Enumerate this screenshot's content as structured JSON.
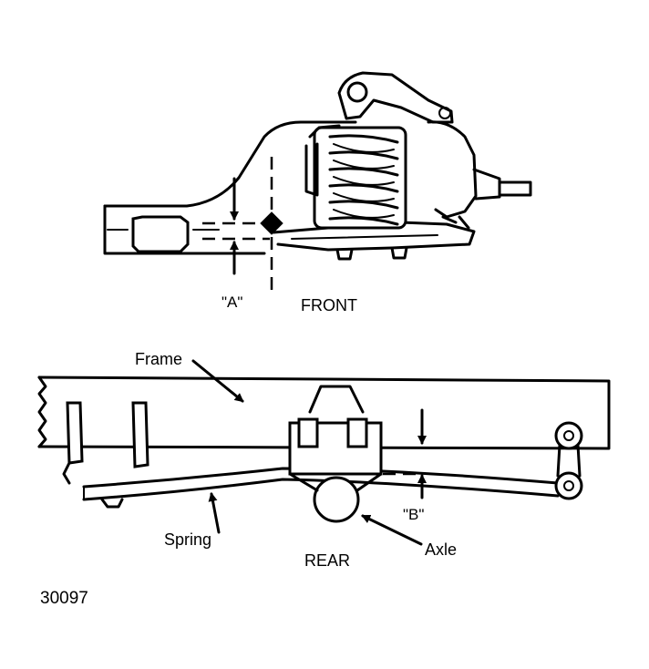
{
  "front": {
    "dimension_label": "\"A\"",
    "caption": "FRONT"
  },
  "rear": {
    "frame_label": "Frame",
    "spring_label": "Spring",
    "caption": "REAR",
    "axle_label": "Axle",
    "dimension_label": "\"B\""
  },
  "figure_number": "30097"
}
